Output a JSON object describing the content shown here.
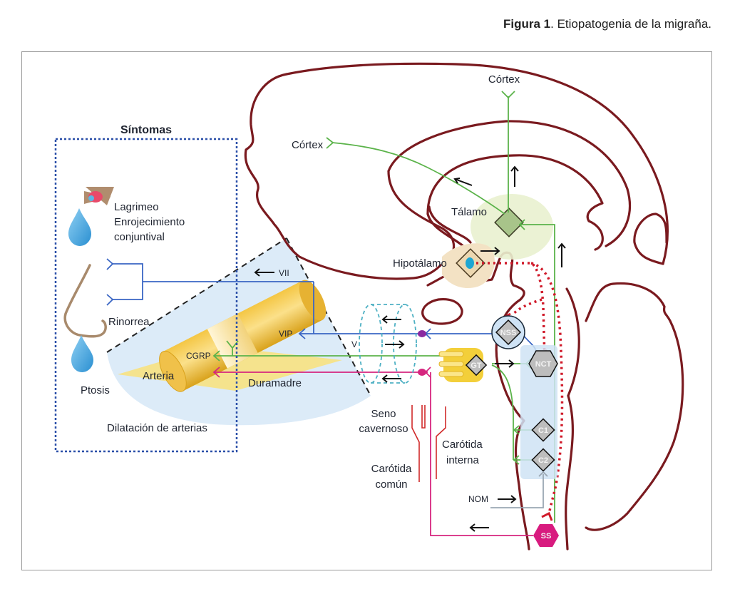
{
  "caption": {
    "figure_label": "Figura 1",
    "figure_title": ". Etiopatogenia de la migraña."
  },
  "symptoms_box": {
    "title": "Síntomas",
    "items": [
      {
        "label_lines": [
          "Lagrimeo",
          "Enrojecimiento",
          "conjuntival"
        ]
      },
      {
        "label": "Rinorrea"
      },
      {
        "label": "Ptosis"
      },
      {
        "label": "Dilatación de arterias"
      }
    ]
  },
  "structures": {
    "cortex_top": "Córtex",
    "cortex_left": "Córtex",
    "thalamus": "Tálamo",
    "hypothalamus": "Hipotálamo",
    "artery": "Arteria",
    "dura": "Duramadre",
    "cavernous_sinus_lines": [
      "Seno",
      "cavernoso"
    ],
    "internal_carotid_lines": [
      "Carótida",
      "interna"
    ],
    "common_carotid_lines": [
      "Carótida",
      "común"
    ]
  },
  "nerves": {
    "facial": "VII",
    "trigeminal": "V",
    "occipital": "NOM"
  },
  "neuropeptides": {
    "vip": "VIP",
    "cgrp": "CGRP"
  },
  "nuclei": {
    "nss": "NSS",
    "nct": "NCT",
    "gt": "GT",
    "c1": "C1",
    "c2": "C2",
    "ss": "SS"
  },
  "colors": {
    "brain_outline": "#7a1a1f",
    "parasympathetic": "#3a66c4",
    "trigeminal_sensory": "#5bb34a",
    "sympathetic": "#d6267f",
    "hypothalamic_path": "#d01a2a",
    "symptoms_border": "#2a4fa8",
    "cavernous_sinus": "#4fb1c4",
    "node_gray": "#bdbdbd",
    "ss_node": "#d81b7f"
  }
}
